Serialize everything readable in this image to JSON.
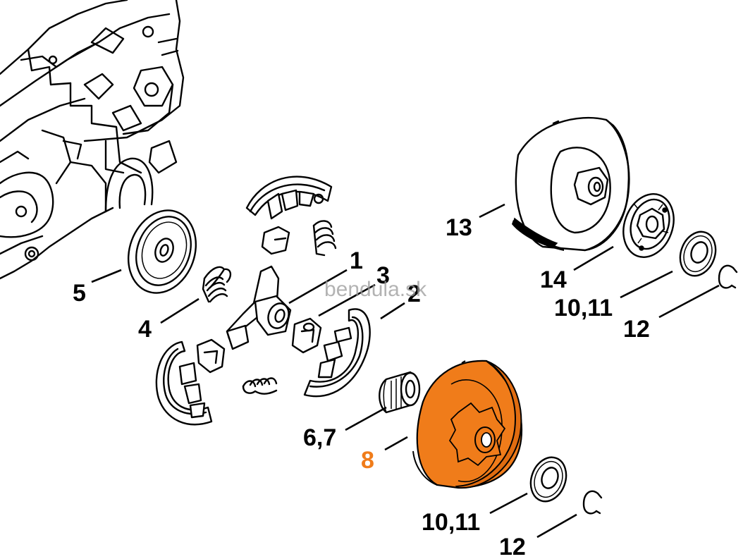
{
  "watermark": "bendula.sk",
  "highlight_color": "#f07c1a",
  "callouts": {
    "c1": "1",
    "c2": "2",
    "c3": "3",
    "c4": "4",
    "c5": "5",
    "c67": "6,7",
    "c8": "8",
    "c1011_lower": "10,11",
    "c12_lower": "12",
    "c13": "13",
    "c14": "14",
    "c1011_upper": "10,11",
    "c12_upper": "12"
  }
}
